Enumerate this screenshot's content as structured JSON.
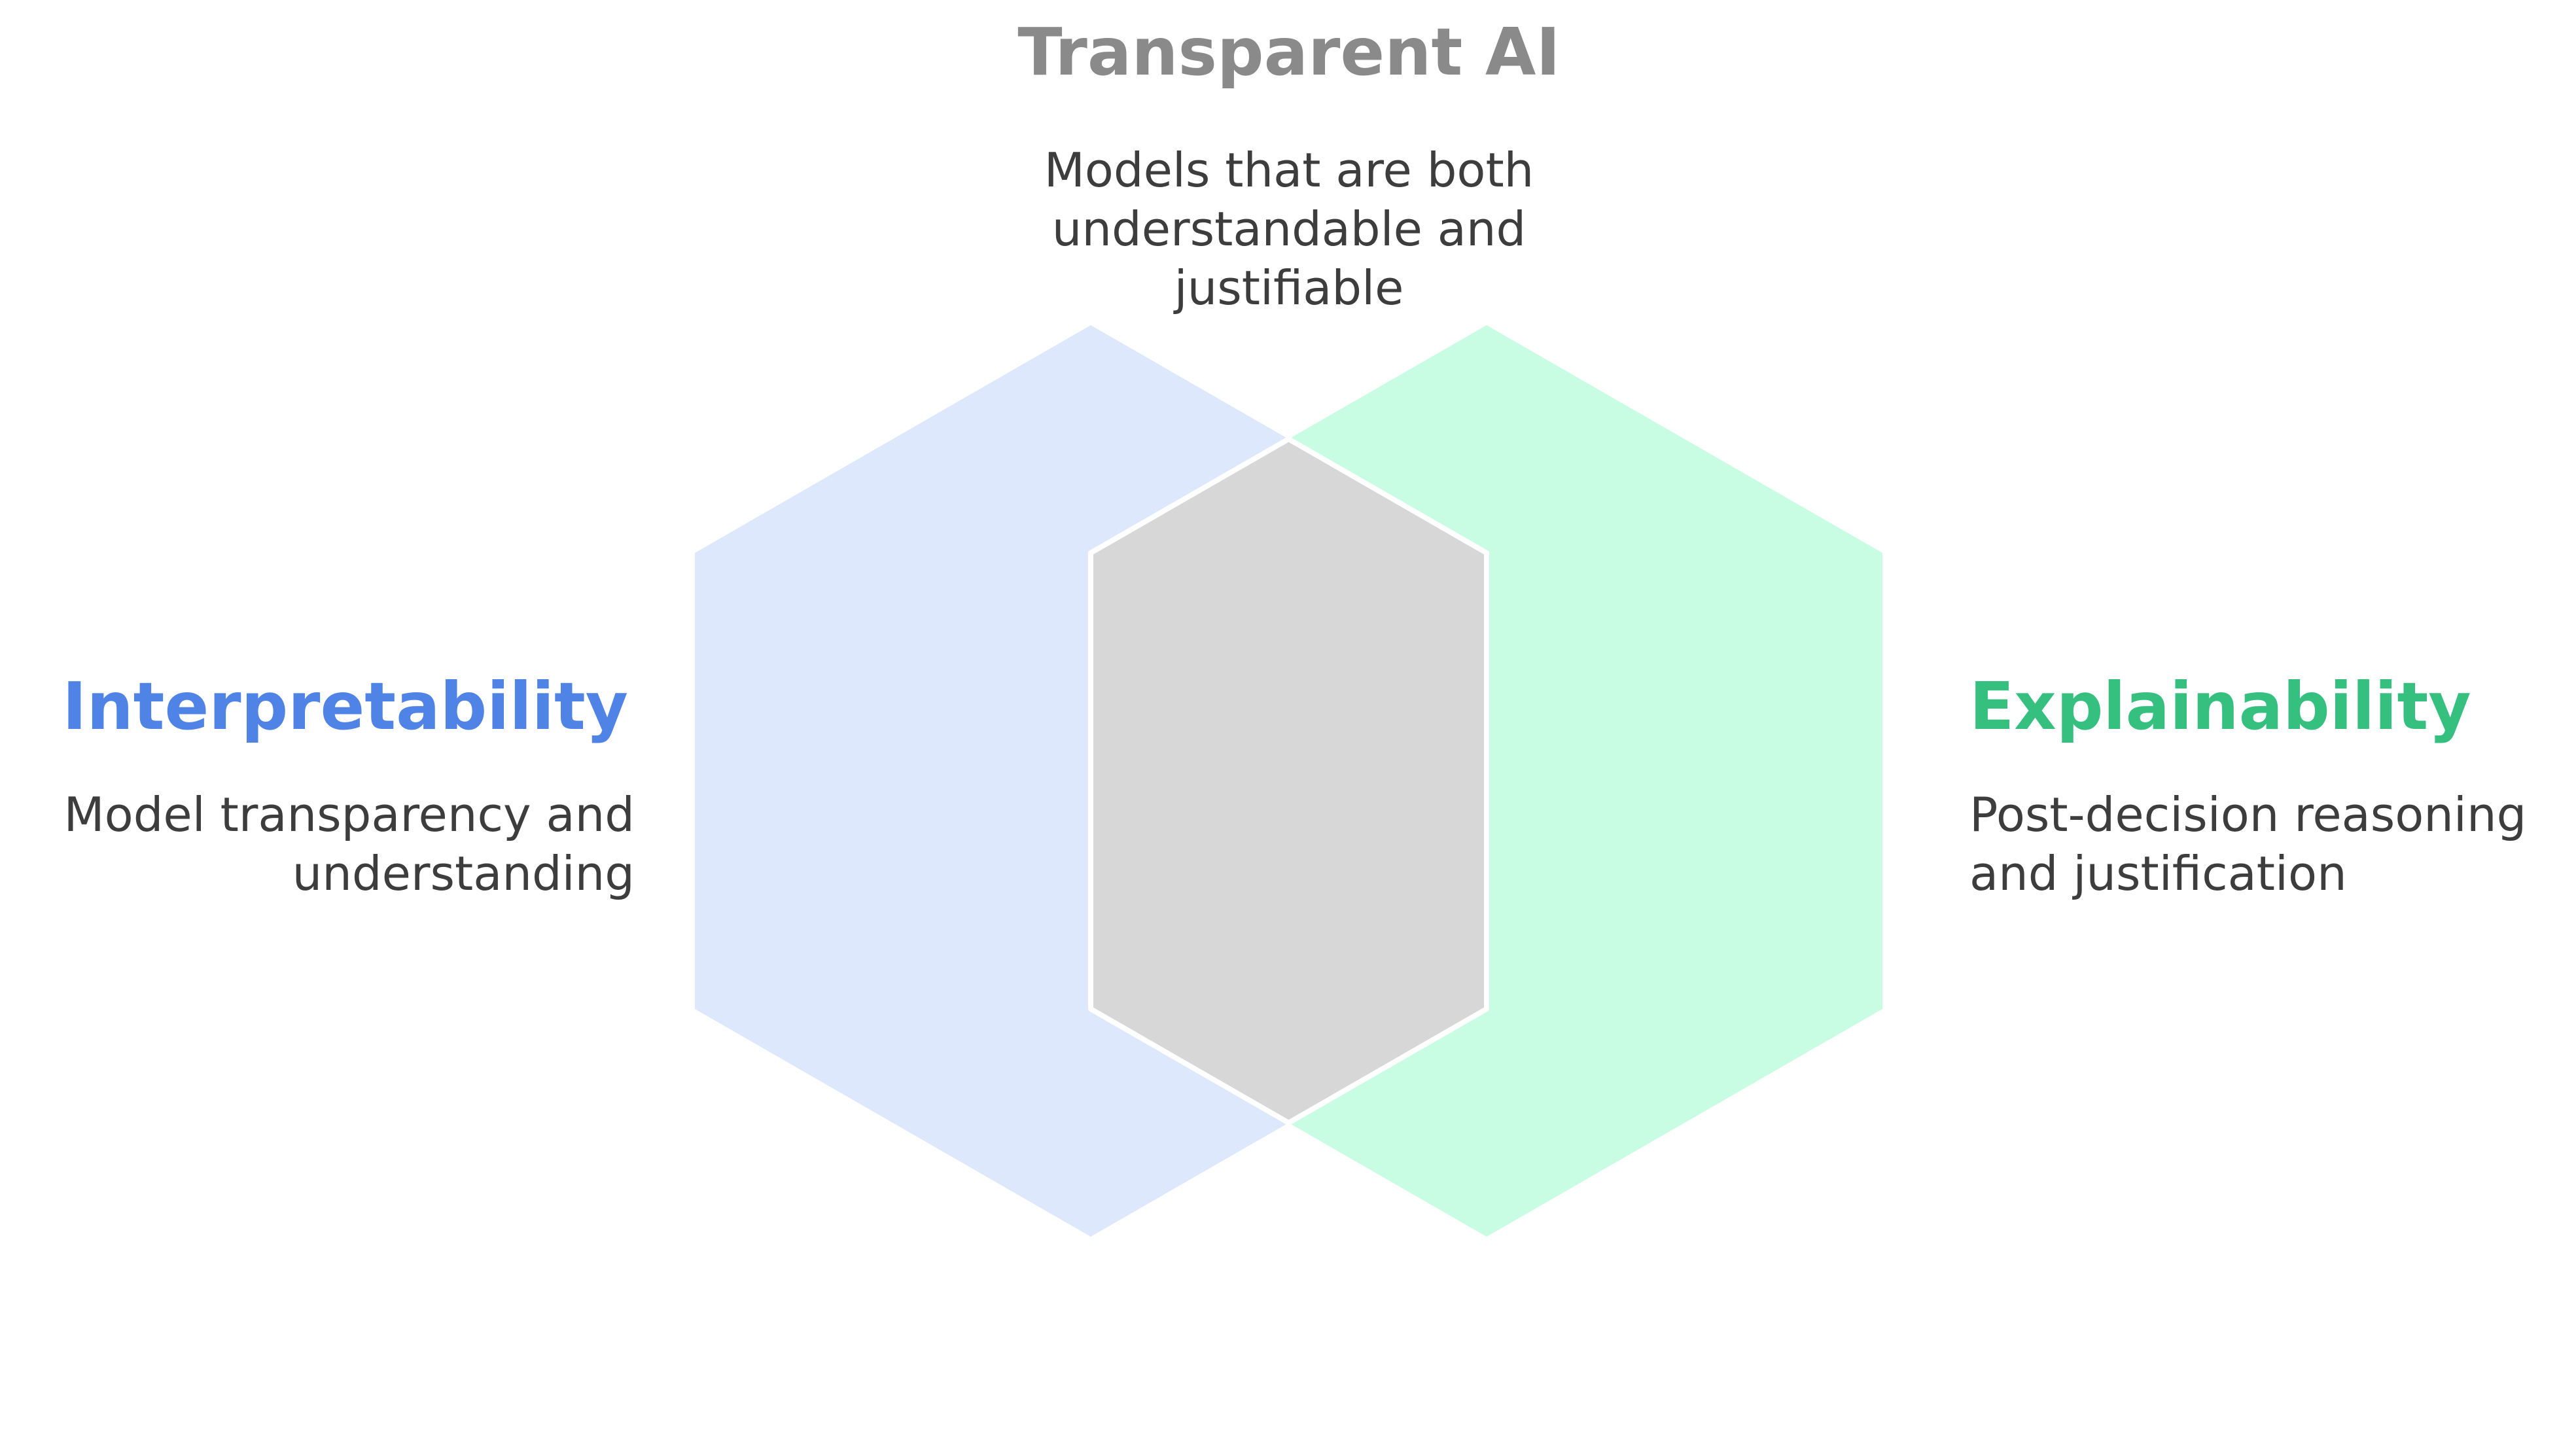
{
  "center": {
    "title": "Transparent AI",
    "description": "Models that are both\nunderstandable and\njustifiable",
    "color": "#8a8a8a",
    "fill": "#d7d7d7"
  },
  "left": {
    "title": "Interpretability",
    "description": "Model transparency and\nunderstanding",
    "color": "#4f84e6",
    "fill": "#dde8fd"
  },
  "right": {
    "title": "Explainability",
    "description": "Post-decision reasoning\nand justification",
    "color": "#35c07f",
    "fill": "#c9fde3"
  },
  "text_color": "#3d3d3d"
}
